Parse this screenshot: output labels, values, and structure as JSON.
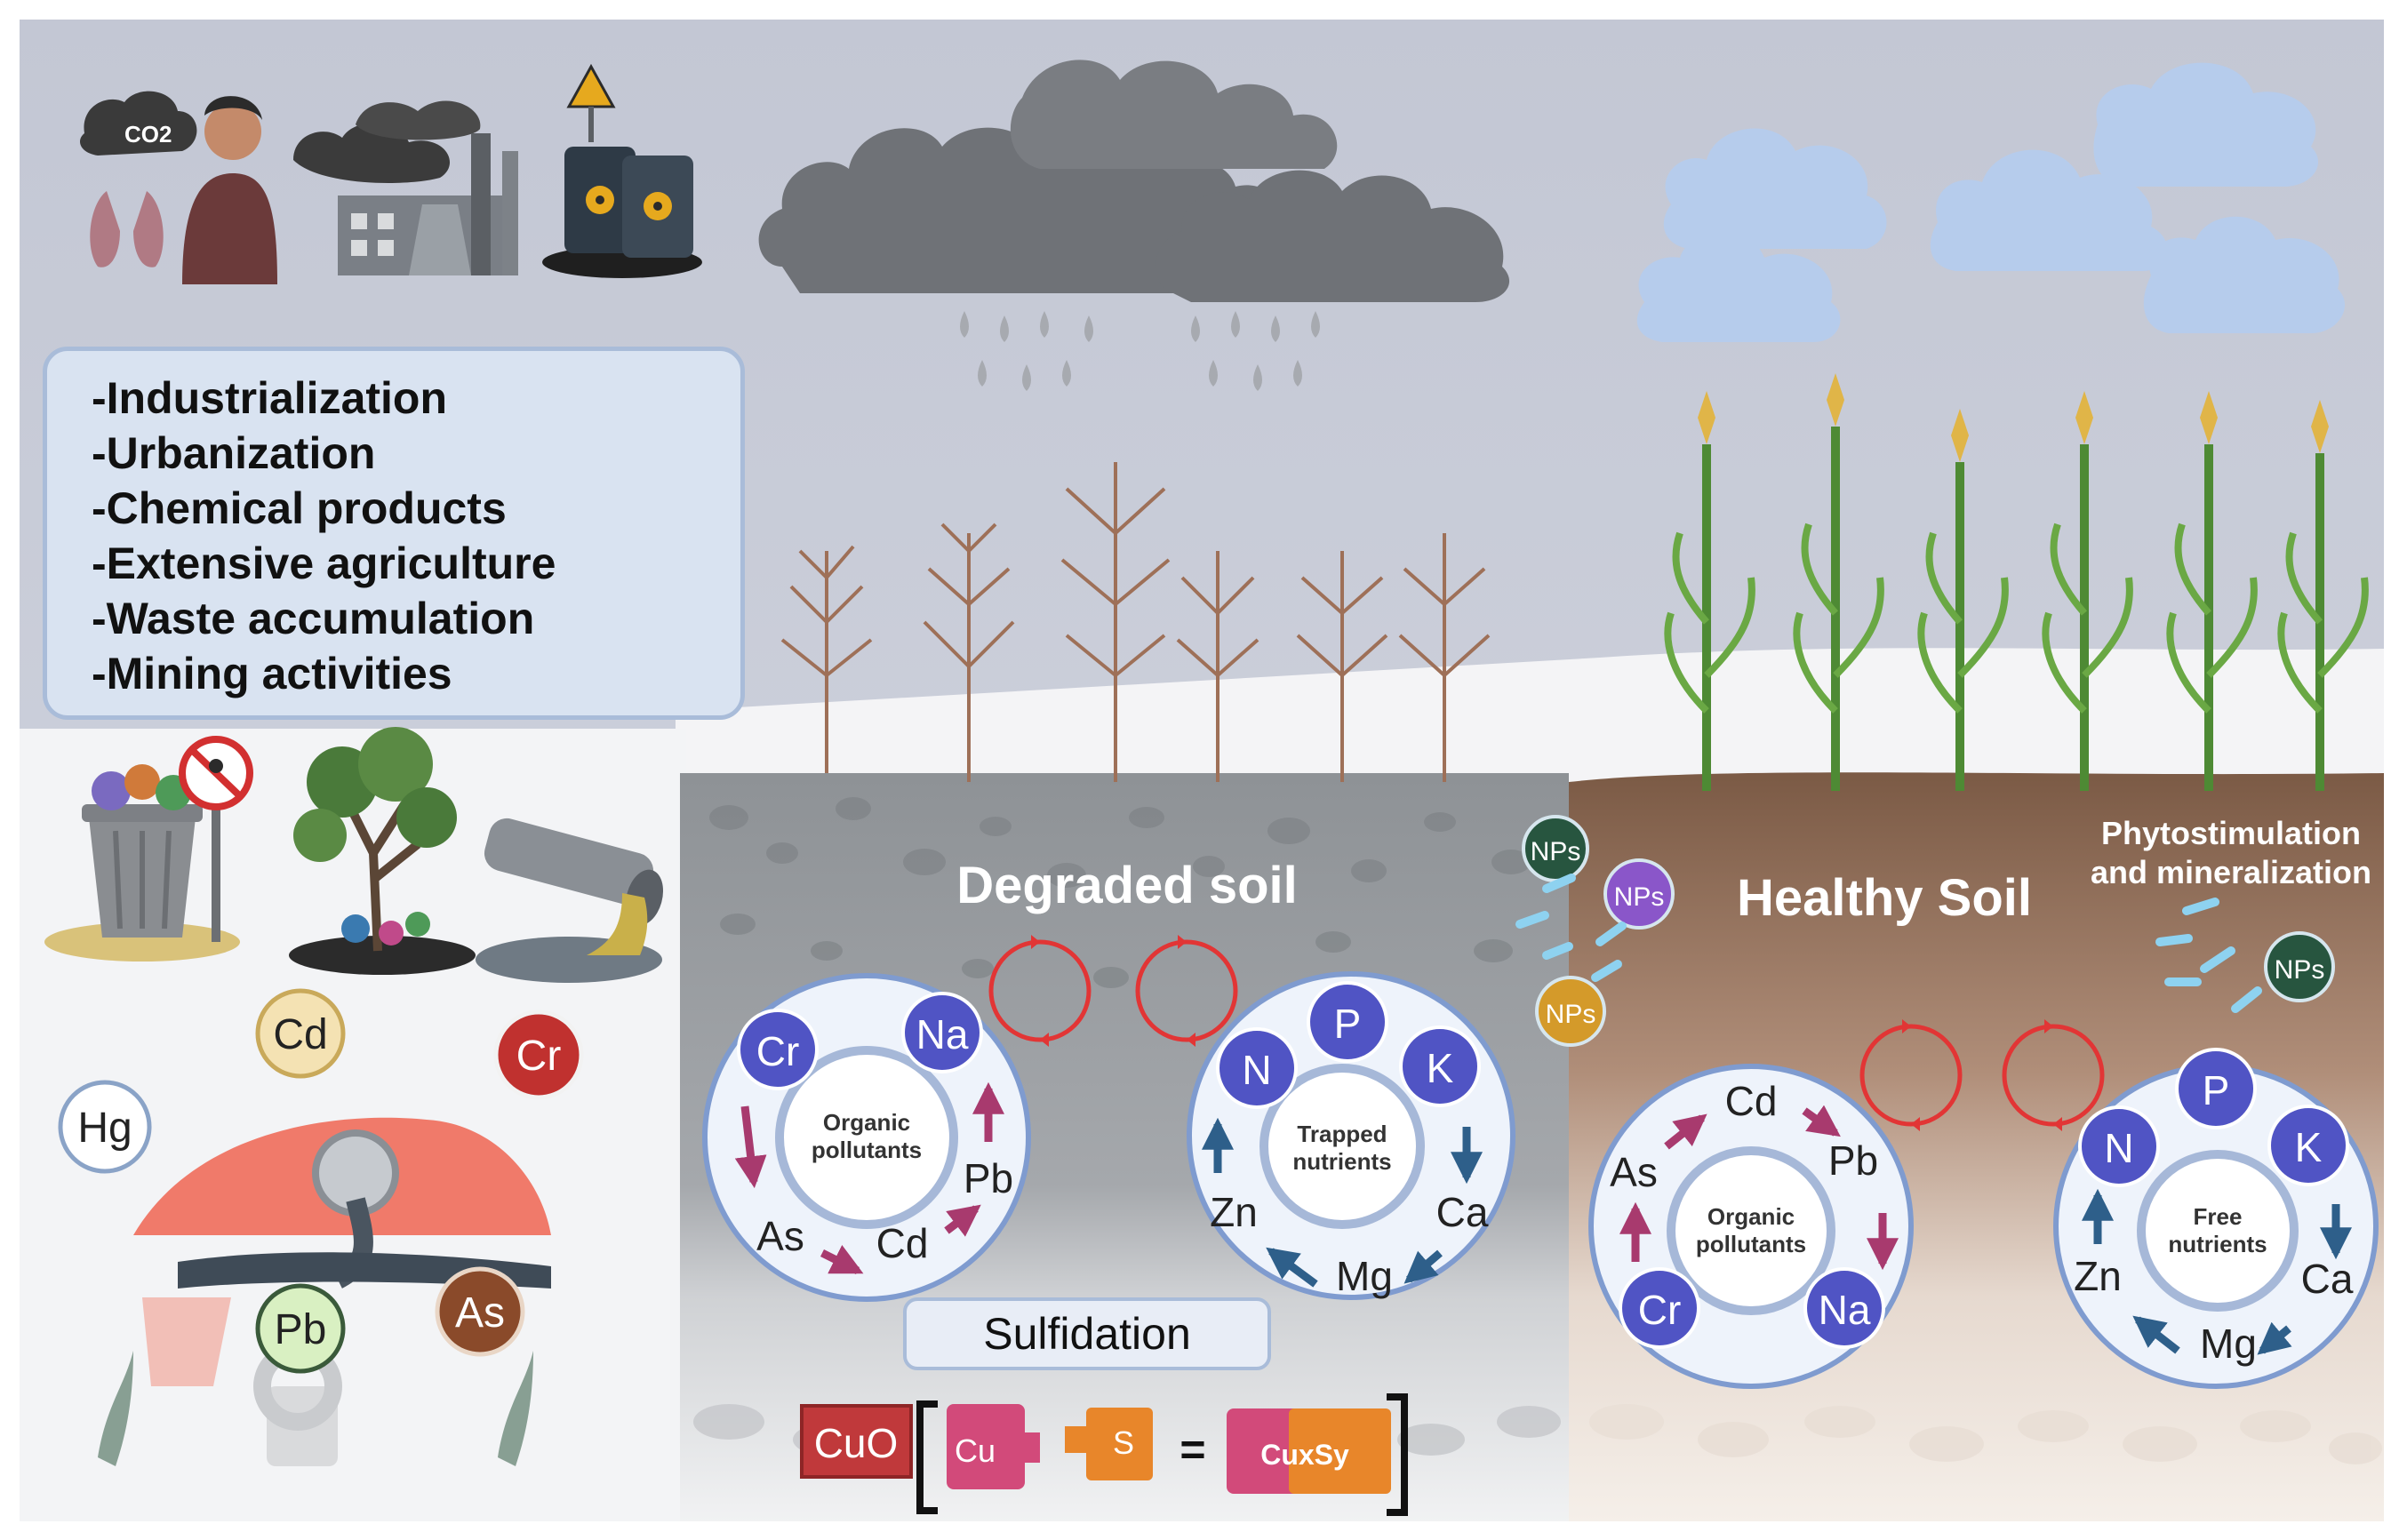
{
  "causes": {
    "items": [
      "-Industrialization",
      "-Urbanization",
      "-Chemical products",
      "-Extensive agriculture",
      "-Waste accumulation",
      "-Mining activities"
    ]
  },
  "labels": {
    "co2": "CO2",
    "degraded_soil": "Degraded soil",
    "healthy_soil": "Healthy Soil",
    "phytostimulation_line1": "Phytostimulation",
    "phytostimulation_line2": "and mineralization",
    "nps": "NPs",
    "sulfidation": "Sulfidation"
  },
  "heavy_metals": [
    "Cd",
    "Cr",
    "Hg",
    "Pb",
    "As"
  ],
  "degraded_pollutant_ring": {
    "center_line1": "Organic",
    "center_line2": "pollutants",
    "circles": [
      "Cr",
      "Na"
    ],
    "letters": [
      "Pb",
      "Cd",
      "As"
    ]
  },
  "degraded_nutrient_ring": {
    "center_line1": "Trapped",
    "center_line2": "nutrients",
    "circles": [
      "N",
      "P",
      "K"
    ],
    "letters": [
      "Zn",
      "Mg",
      "Ca"
    ]
  },
  "healthy_pollutant_ring": {
    "center_line1": "Organic",
    "center_line2": "pollutants",
    "circles": [
      "Cr",
      "Na"
    ],
    "letters": [
      "As",
      "Cd",
      "Pb"
    ]
  },
  "healthy_nutrient_ring": {
    "center_line1": "Free",
    "center_line2": "nutrients",
    "circles": [
      "N",
      "P",
      "K"
    ],
    "letters": [
      "Zn",
      "Mg",
      "Ca"
    ]
  },
  "equation": {
    "cuo": "CuO",
    "cu": "Cu",
    "s": "S",
    "equals": "=",
    "product": "CuxSy"
  },
  "colors": {
    "sky": "#c9cdd9",
    "degraded_soil": "#9a9ea4",
    "healthy_soil": "#8a6a55",
    "ring_fill": "#eef3fb",
    "ring_border": "#7f9bcf",
    "element_circle": "#5054c4",
    "pollutant_arrow": "#a83a6e",
    "nutrient_arrow": "#2e5f8a",
    "red_cycle": "#e23535",
    "np_dark": "#27553f",
    "np_purple": "#8a56c9",
    "np_gold": "#d49a2a",
    "cuo": "#c0393b",
    "cu": "#d24a7a",
    "s": "#e8862a"
  }
}
